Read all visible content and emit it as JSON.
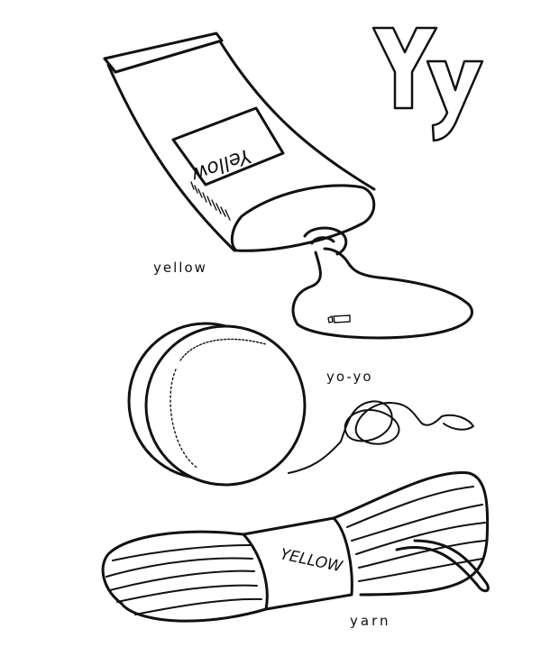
{
  "page": {
    "type": "alphabet coloring page",
    "letter": {
      "upper": "Y",
      "lower": "y"
    },
    "items": [
      {
        "id": "paint-tube",
        "caption": "yellow",
        "label_on_item": "Yellow"
      },
      {
        "id": "yo-yo",
        "caption": "yo-yo"
      },
      {
        "id": "yarn",
        "caption": "yarn",
        "label_on_item": "YELLOW"
      }
    ]
  },
  "colors": {
    "line": "#111111",
    "background": "#ffffff"
  }
}
